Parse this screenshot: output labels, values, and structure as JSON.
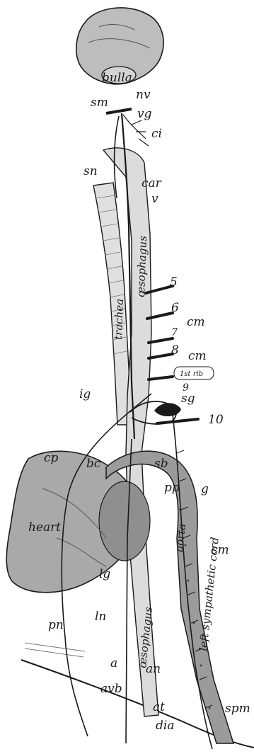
{
  "figure": {
    "labels": {
      "bulla": "bulla",
      "nv": "nv",
      "sm": "sm",
      "vg": "vg",
      "ci": "ci",
      "sn": "sn",
      "car": "car",
      "v": "v",
      "trachea": "trachea",
      "esophagus_upper": "œsophagus",
      "n5": "5",
      "n6": "6",
      "cm1": "cm",
      "n7": "7",
      "n8": "8",
      "cm2": "cm",
      "rib": "1st rib",
      "n9": "9",
      "ig": "ig",
      "sg": "sg",
      "n10": "10",
      "cp": "cp",
      "bc": "bc",
      "sb": "sb",
      "pp": "pp",
      "g": "g",
      "heart": "heart",
      "aorta": "aorta",
      "left_sympathetic_cord": "left sympathetic cord",
      "cm3": "cm",
      "lg": "lg",
      "esophagus_lower": "œsophagus",
      "ln": "ln",
      "pn": "pn",
      "a": "a",
      "an": "an",
      "avb": "avb",
      "at": "at",
      "spm": "spm",
      "dia": "dia"
    },
    "colors": {
      "ink": "#1a1a1a",
      "organ_fill": "#bdbdbd",
      "heart_fill": "#a9a9a9",
      "aorta_fill": "#9b9b9b",
      "light_fill": "#e6e6e6",
      "background": "#ffffff"
    }
  }
}
